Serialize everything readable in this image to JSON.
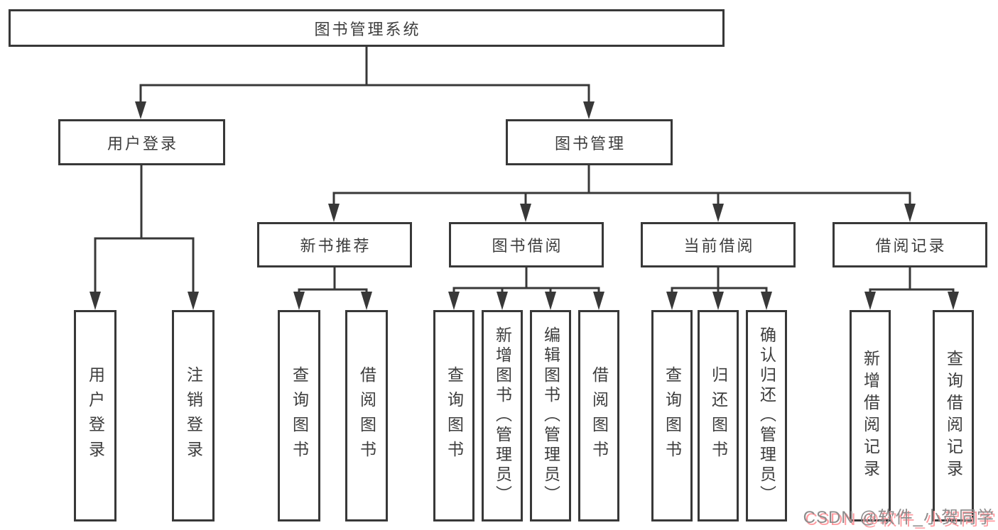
{
  "tree": {
    "root": {
      "label": "图书管理系统"
    },
    "branches": [
      {
        "label": "用户登录",
        "children": [
          {
            "label": "用户登录"
          },
          {
            "label": "注销登录"
          }
        ]
      },
      {
        "label": "图书管理",
        "children": [
          {
            "label": "新书推荐",
            "children": [
              {
                "label": "查询图书"
              },
              {
                "label": "借阅图书"
              }
            ]
          },
          {
            "label": "图书借阅",
            "children": [
              {
                "label": "查询图书"
              },
              {
                "label": "新增图书（管理员）"
              },
              {
                "label": "编辑图书（管理员）"
              },
              {
                "label": "借阅图书"
              }
            ]
          },
          {
            "label": "当前借阅",
            "children": [
              {
                "label": "查询图书"
              },
              {
                "label": "归还图书"
              },
              {
                "label": "确认归还（管理员）"
              }
            ]
          },
          {
            "label": "借阅记录",
            "children": [
              {
                "label": "新增借阅记录"
              },
              {
                "label": "查询借阅记录"
              }
            ]
          }
        ]
      }
    ]
  },
  "watermark": {
    "text": "CSDN @软件_小贺同学"
  },
  "colors": {
    "line": "#383838",
    "text": "#3d3d3d",
    "background": "#ffffff",
    "watermark_gray": "#8c8c8c",
    "watermark_pink": "#ff9ba0"
  }
}
